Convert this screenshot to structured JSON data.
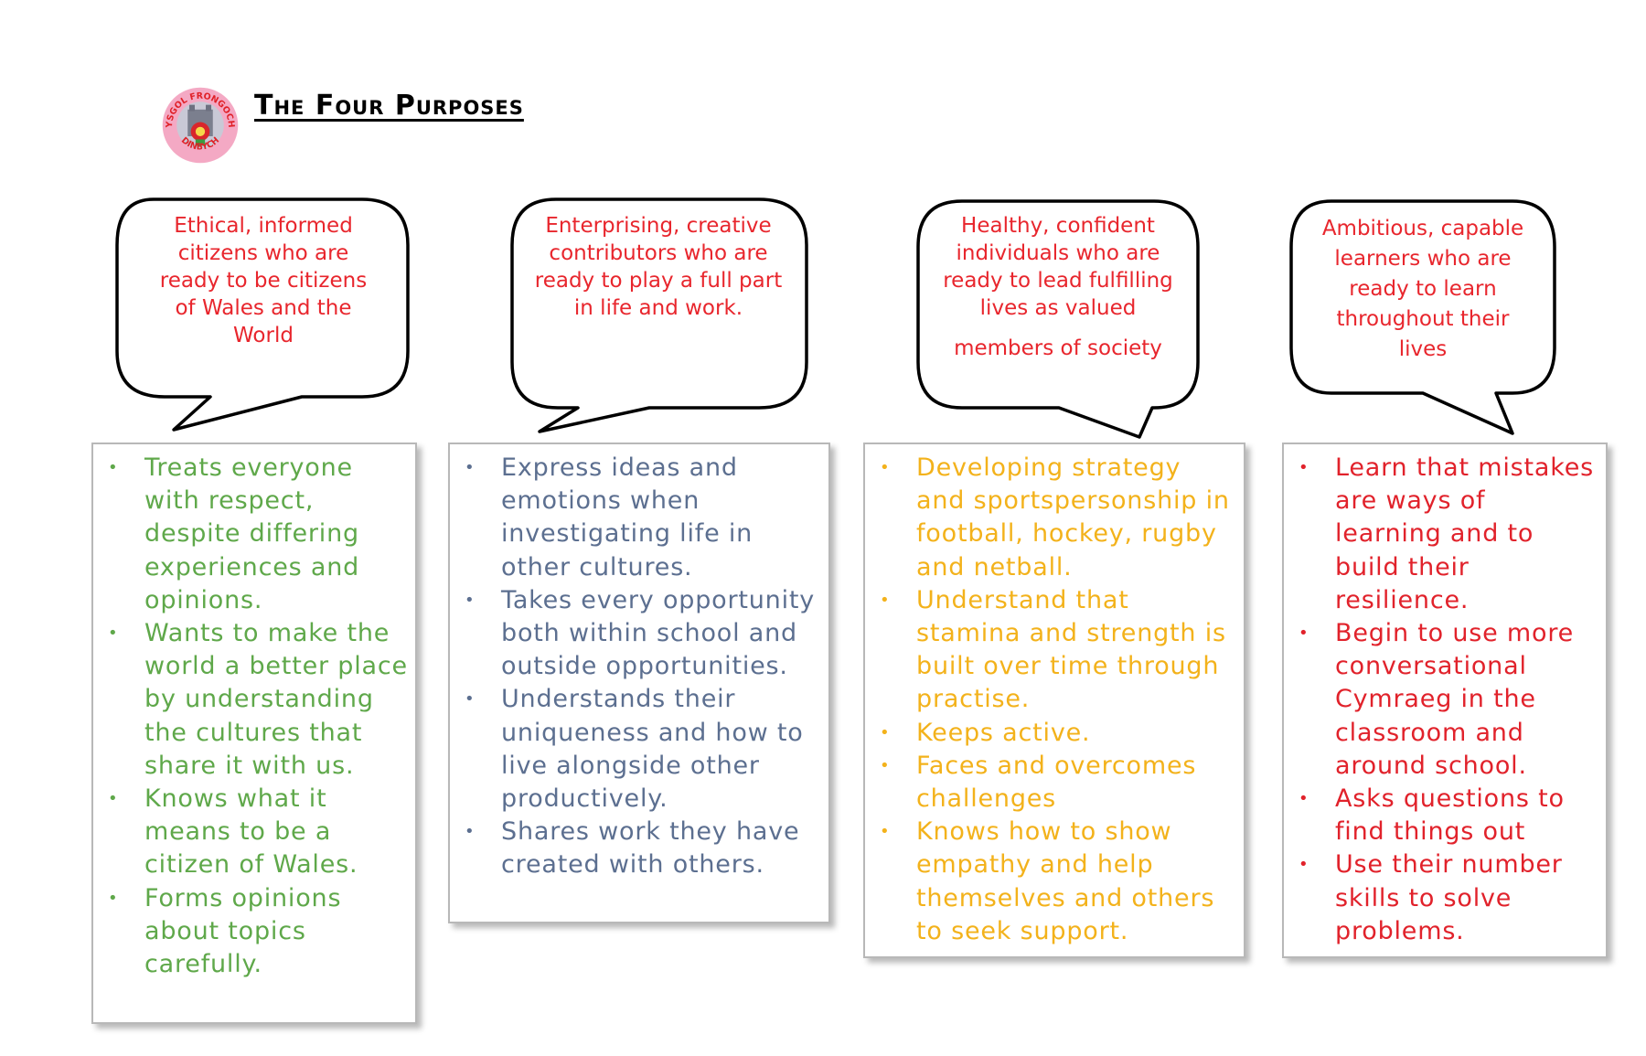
{
  "header": {
    "title": "The Four Purposes",
    "logo_text_top": "YSGOL FRONGOCH",
    "logo_text_bottom": "DINBYCH"
  },
  "colors": {
    "bubble_text": "#e8262d",
    "green": "#5fa84a",
    "slate": "#5c6f90",
    "amber": "#f3b21b",
    "red": "#e1222b"
  },
  "purposes": [
    {
      "bubble_lines": [
        "Ethical, informed",
        "citizens who are",
        "ready to be citizens",
        "of Wales and the",
        "World"
      ],
      "items": [
        "Treats everyone with respect, despite differing experiences and opinions.",
        "Wants to make the world a better place by understanding the cultures that share it with us.",
        "Knows what it means to be a citizen of Wales.",
        "Forms opinions about topics carefully."
      ]
    },
    {
      "bubble_lines": [
        "Enterprising,  creative",
        "contributors who are",
        "ready to play a full part",
        "in life and work."
      ],
      "items": [
        "Express ideas and emotions when investigating life in other cultures.",
        "Takes every opportunity both within school and outside opportunities.",
        "Understands their uniqueness and how to live alongside other productively.",
        "Shares work they have created with others."
      ]
    },
    {
      "bubble_lines": [
        "Healthy, confident",
        "individuals who are",
        "ready to lead  fulfilling",
        "lives as valued",
        "members of society"
      ],
      "items": [
        "Developing strategy and sportspersonship in football, hockey, rugby and netball.",
        "Understand that stamina and strength is built over time through practise.",
        "Keeps active.",
        "Faces and overcomes challenges",
        "Knows how to show empathy and help themselves and others to seek support."
      ]
    },
    {
      "bubble_lines": [
        "Ambitious, capable",
        "learners who are",
        "ready to learn",
        "throughout their",
        "lives"
      ],
      "items": [
        "Learn that mistakes are ways of learning and to build their resilience.",
        "Begin to use more conversational Cymraeg in the classroom and around school.",
        "Asks questions to find things out",
        "Use their number skills to solve problems."
      ]
    }
  ]
}
